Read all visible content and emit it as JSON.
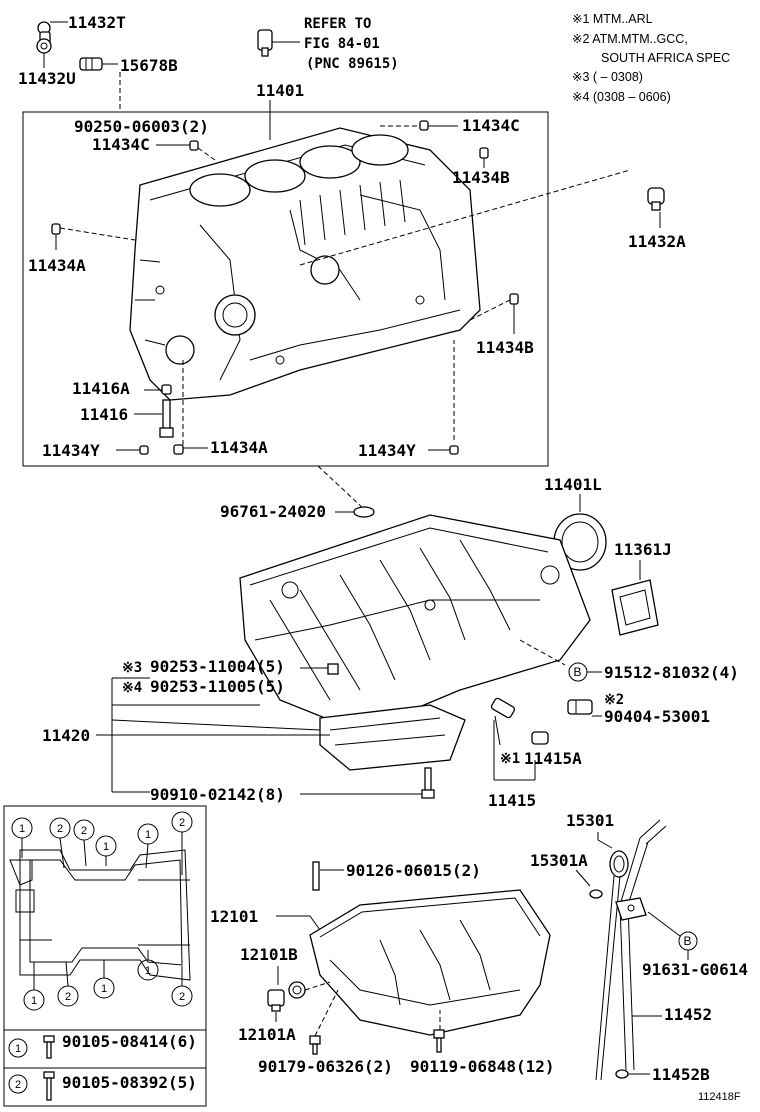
{
  "notes": {
    "n1": "※1 MTM..ARL",
    "n2a": "※2 ATM.MTM..GCC,",
    "n2b": "SOUTH AFRICA SPEC",
    "n3": "※3 (          – 0308)",
    "n4": "※4 (0308 – 0606)"
  },
  "refer": {
    "l1": "REFER TO",
    "l2": "FIG 84-01",
    "l3": "(PNC 89615)"
  },
  "labels": {
    "p11432T": "11432T",
    "p11432U": "11432U",
    "p15678B": "15678B",
    "p11401": "11401",
    "p90250": "90250-06003(2)",
    "p11434C_a": "11434C",
    "p11434C_b": "11434C",
    "p11434B_a": "11434B",
    "p11432A": "11432A",
    "p11434A_a": "11434A",
    "p11434B_b": "11434B",
    "p11416A": "11416A",
    "p11416": "11416",
    "p11434Y_a": "11434Y",
    "p11434A_b": "11434A",
    "p11434Y_b": "11434Y",
    "p11401L": "11401L",
    "p96761": "96761-24020",
    "p11361J": "11361J",
    "p91512": "91512-81032(4)",
    "p90253a_mark": "※3",
    "p90253a": "90253-11004(5)",
    "p90253b_mark": "※4",
    "p90253b": "90253-11005(5)",
    "p90404_mark": "※2",
    "p90404": "90404-53001",
    "p11420": "11420",
    "p11415A_mark": "※1",
    "p11415A": "11415A",
    "p90910": "90910-02142(8)",
    "p11415": "11415",
    "p15301": "15301",
    "p15301A": "15301A",
    "p90126": "90126-06015(2)",
    "p12101": "12101",
    "p12101B": "12101B",
    "p91631": "91631-G0614",
    "p11452": "11452",
    "p12101A": "12101A",
    "p90179": "90179-06326(2)",
    "p90119": "90119-06848(12)",
    "p11452B": "11452B",
    "p90105a": "90105-08414(6)",
    "p90105b": "90105-08392(5)",
    "figure_id": "112418F"
  },
  "callouts": {
    "b": "B",
    "one": "1",
    "two": "2"
  },
  "legend": {
    "row1_num": "1",
    "row2_num": "2"
  }
}
